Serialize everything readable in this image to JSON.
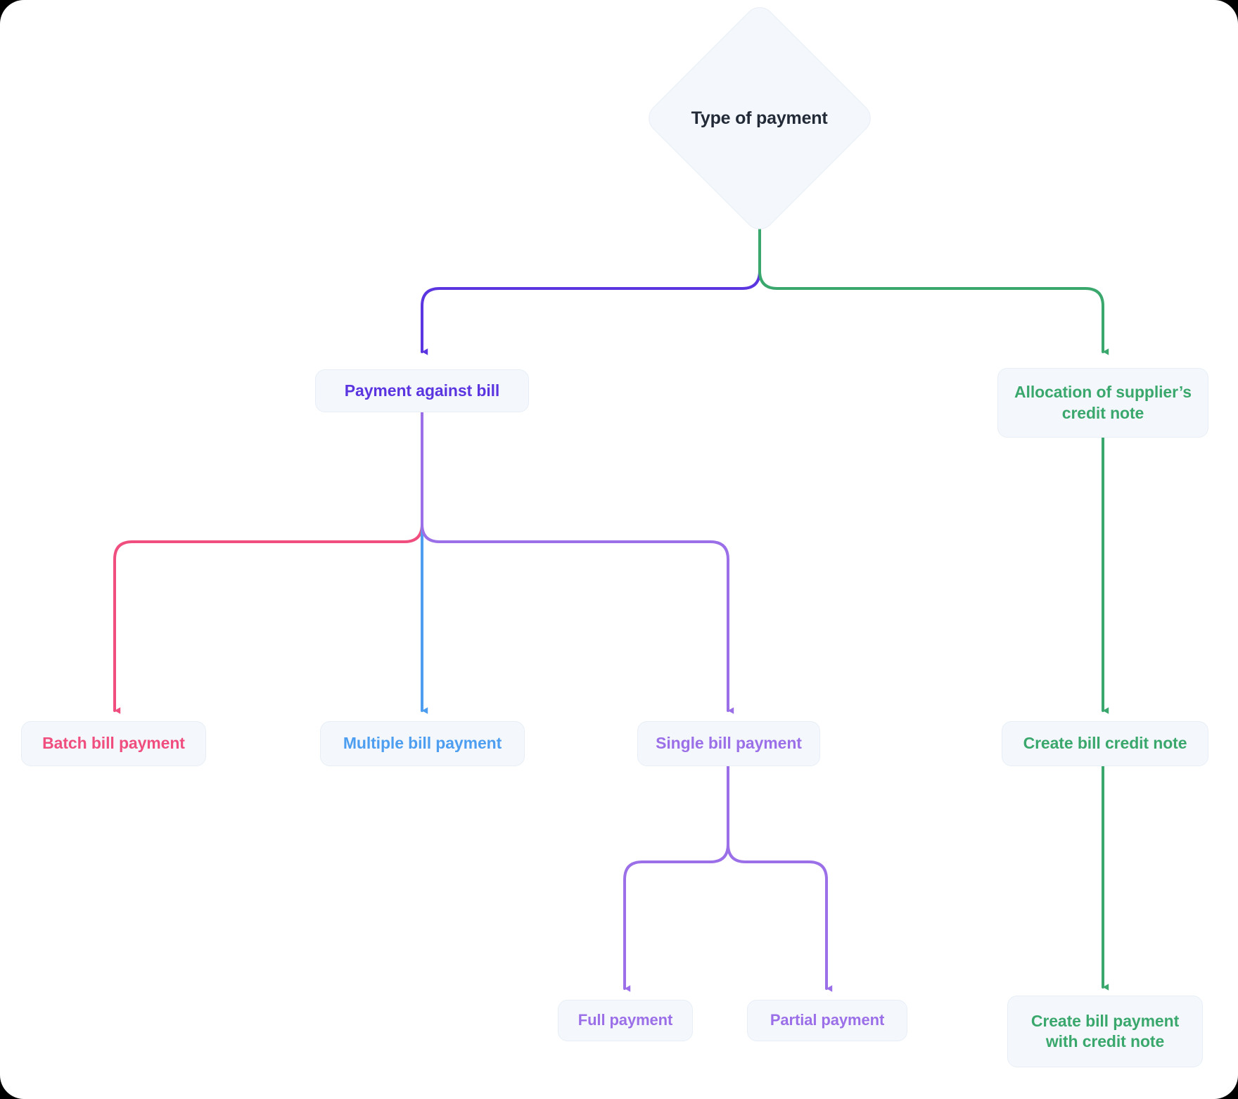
{
  "diagram": {
    "title": "Type of payment",
    "background_color": "#ffffff",
    "node_fill": "#f4f8fc",
    "node_border": "#e7eef6",
    "root": {
      "label": "Type of payment",
      "shape": "diamond",
      "text_color": "#222a37"
    },
    "nodes": [
      {
        "id": "payment-against-bill",
        "label": "Payment against bill",
        "color": "#5b35e0"
      },
      {
        "id": "allocation-supplier-credit-note",
        "label": "Allocation of supplier’s credit note",
        "color": "#3aa76d"
      },
      {
        "id": "batch-bill-payment",
        "label": "Batch bill payment",
        "color": "#ef4e7f"
      },
      {
        "id": "multiple-bill-payment",
        "label": "Multiple bill payment",
        "color": "#4d9ef0"
      },
      {
        "id": "single-bill-payment",
        "label": "Single bill payment",
        "color": "#9b6fe8"
      },
      {
        "id": "create-bill-credit-note",
        "label": "Create bill credit note",
        "color": "#3aa76d"
      },
      {
        "id": "full-payment",
        "label": "Full payment",
        "color": "#9b6fe8"
      },
      {
        "id": "partial-payment",
        "label": "Partial payment",
        "color": "#9b6fe8"
      },
      {
        "id": "create-bill-payment-with-credit-note",
        "label": "Create bill payment with credit note",
        "color": "#3aa76d"
      }
    ],
    "edges": [
      {
        "from": "type-of-payment",
        "to": "payment-against-bill",
        "color": "#5b35e0"
      },
      {
        "from": "type-of-payment",
        "to": "allocation-supplier-credit-note",
        "color": "#3aa76d"
      },
      {
        "from": "payment-against-bill",
        "to": "batch-bill-payment",
        "color": "#ef4e7f"
      },
      {
        "from": "payment-against-bill",
        "to": "multiple-bill-payment",
        "color": "#4d9ef0"
      },
      {
        "from": "payment-against-bill",
        "to": "single-bill-payment",
        "color": "#9b6fe8"
      },
      {
        "from": "allocation-supplier-credit-note",
        "to": "create-bill-credit-note",
        "color": "#3aa76d"
      },
      {
        "from": "single-bill-payment",
        "to": "full-payment",
        "color": "#9b6fe8"
      },
      {
        "from": "single-bill-payment",
        "to": "partial-payment",
        "color": "#9b6fe8"
      },
      {
        "from": "create-bill-credit-note",
        "to": "create-bill-payment-with-credit-note",
        "color": "#3aa76d"
      }
    ]
  }
}
